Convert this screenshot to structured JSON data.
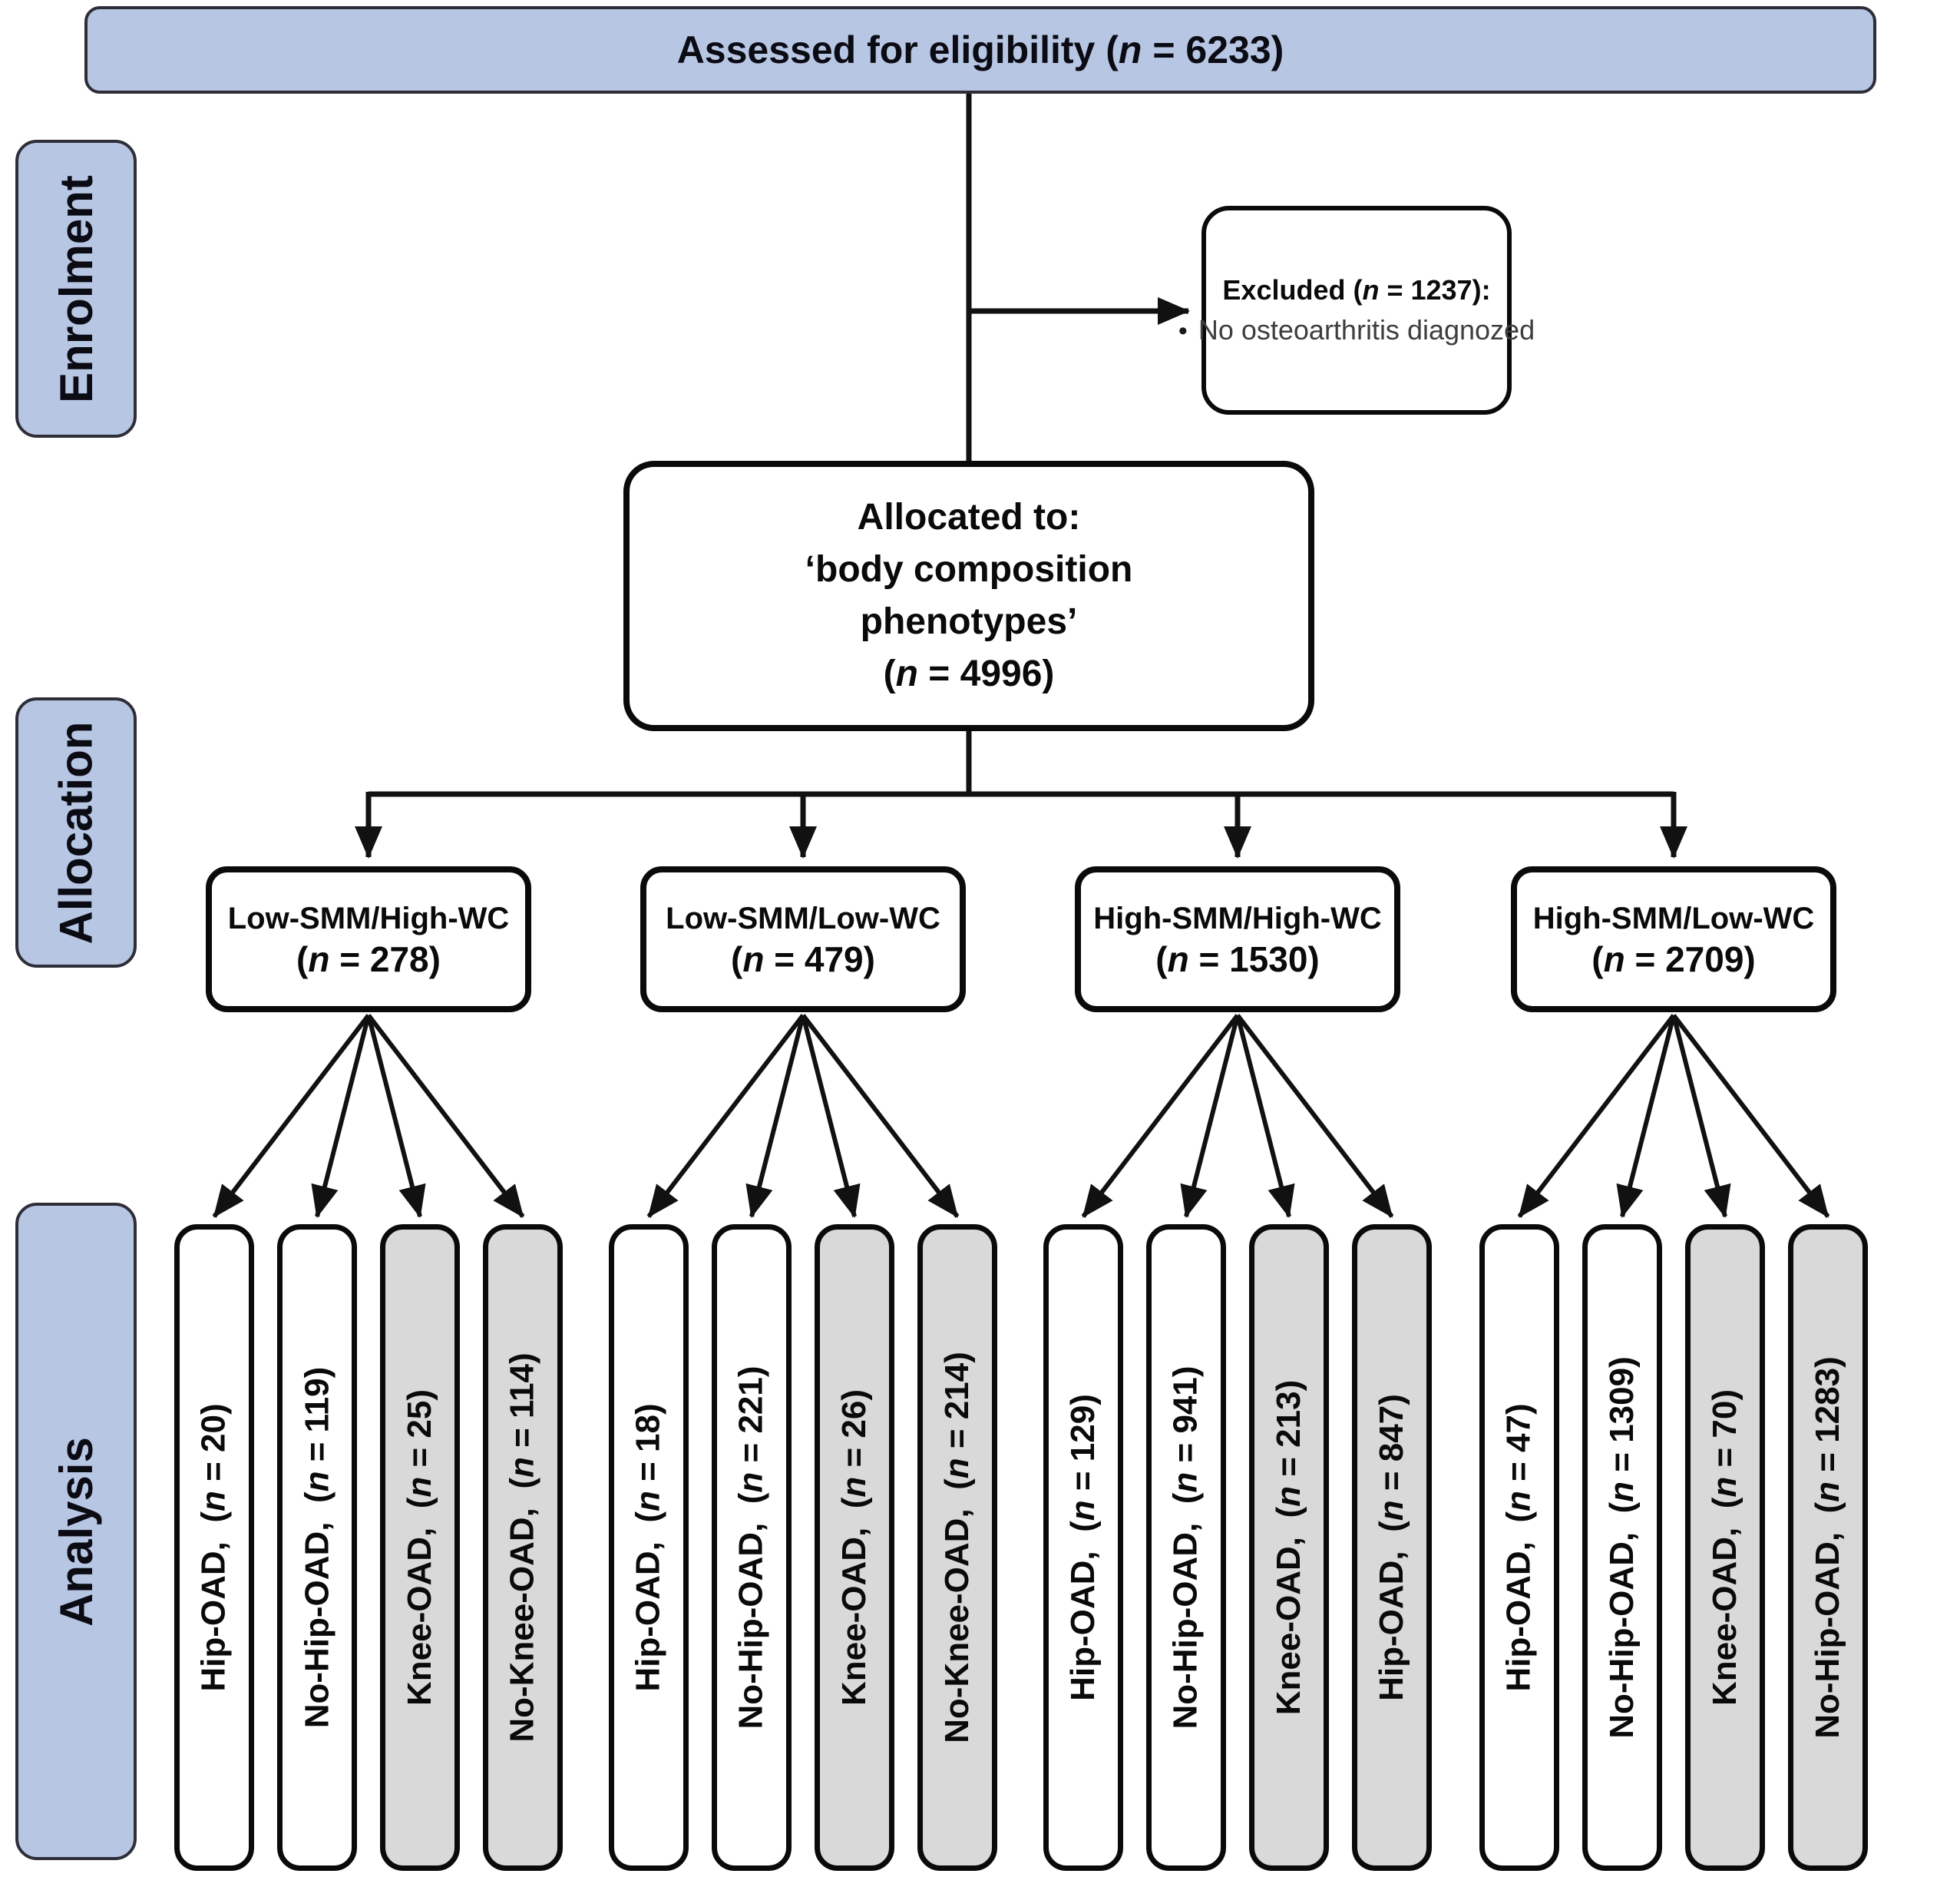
{
  "top_box": {
    "text": "Assessed for eligibility (n = 6233)"
  },
  "side_labels": [
    {
      "label": "Enrolment"
    },
    {
      "label": "Allocation"
    },
    {
      "label": "Analysis"
    }
  ],
  "excluded_box": {
    "title": "Excluded (n = 1237):",
    "marker": "•",
    "text": "No osteoarthritis diagnozed"
  },
  "allocated_box": {
    "lines": [
      "Allocated to:",
      "‘body composition",
      "phenotypes’",
      "(n = 4996)"
    ]
  },
  "groups": [
    {
      "label": "Low-SMM/High-WC",
      "n_text": "(n = 278)",
      "columns": [
        {
          "text": "Hip-OAD,  (n = 20)",
          "shaded": false
        },
        {
          "text": "No-Hip-OAD,  (n = 119)",
          "shaded": false
        },
        {
          "text": "Knee-OAD,  (n = 25)",
          "shaded": true
        },
        {
          "text": "No-Knee-OAD,  (n = 114)",
          "shaded": true
        }
      ]
    },
    {
      "label": "Low-SMM/Low-WC",
      "n_text": "(n = 479)",
      "columns": [
        {
          "text": "Hip-OAD,  (n = 18)",
          "shaded": false
        },
        {
          "text": "No-Hip-OAD,  (n = 221)",
          "shaded": false
        },
        {
          "text": "Knee-OAD,  (n = 26)",
          "shaded": true
        },
        {
          "text": "No-Knee-OAD,  (n = 214)",
          "shaded": true
        }
      ]
    },
    {
      "label": "High-SMM/High-WC",
      "n_text": "(n = 1530)",
      "columns": [
        {
          "text": "Hip-OAD,  (n = 129)",
          "shaded": false
        },
        {
          "text": "No-Hip-OAD,  (n = 941)",
          "shaded": false
        },
        {
          "text": "Knee-OAD,  (n = 213)",
          "shaded": true
        },
        {
          "text": "Hip-OAD,  (n = 847)",
          "shaded": true
        }
      ]
    },
    {
      "label": "High-SMM/Low-WC",
      "n_text": "(n = 2709)",
      "columns": [
        {
          "text": "Hip-OAD,  (n = 47)",
          "shaded": false
        },
        {
          "text": "No-Hip-OAD,  (n = 1309)",
          "shaded": false
        },
        {
          "text": "Knee-OAD,  (n = 70)",
          "shaded": true
        },
        {
          "text": "No-Hip-OAD,  (n = 1283)",
          "shaded": true
        }
      ]
    }
  ],
  "colors": {
    "blue": "#b7c6e3",
    "shade": "#d9d9d9",
    "line": "#111111"
  }
}
